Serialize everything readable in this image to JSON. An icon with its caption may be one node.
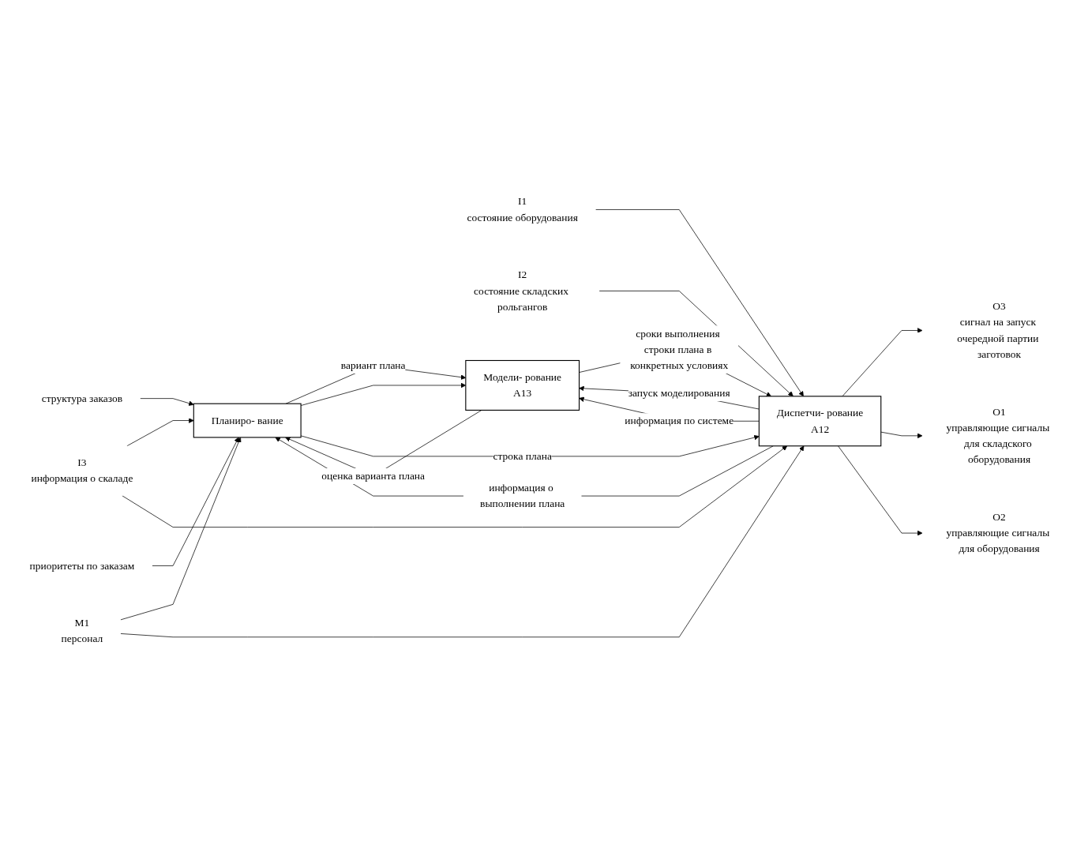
{
  "diagram": {
    "nodes": [
      {
        "text": [
          "структура заказов"
        ]
      },
      {
        "text": [
          "приоритеты по заказам"
        ]
      },
      {
        "text": [
          "O3",
          "сигнал на запуск очередной партии заготовок"
        ]
      },
      {
        "text": [
          "Планиро- вание"
        ]
      },
      {
        "text": [
          "O1",
          "управляющие сигналы для складского оборудования"
        ]
      },
      {
        "text": [
          "I1",
          "состояние оборудования"
        ]
      },
      {
        "text": [
          "Диспетчи- рование",
          "A12"
        ]
      },
      {
        "text": [
          "O2",
          "управляющие сигналы для оборудования"
        ]
      },
      {
        "text": [
          "I2",
          "состояние складских рольгангов"
        ]
      },
      {
        "text": [
          "I3",
          "информация о скаладе"
        ]
      },
      {
        "text": [
          "Модели- рование",
          "A13"
        ]
      },
      {
        "text": [
          "M1",
          "персонал"
        ]
      }
    ],
    "edges": [
      {
        "from": 0,
        "to": 3,
        "arrow": "to"
      },
      {
        "from": 1,
        "to": 3,
        "arrow": "to"
      },
      {
        "from": 6,
        "to": 2,
        "arrow": "to"
      },
      {
        "from": 3,
        "to": 10,
        "arrow": "to",
        "label": "вариант плана"
      },
      {
        "from": 3,
        "to": 10,
        "arrow": "to"
      },
      {
        "from": 6,
        "to": 4,
        "arrow": "to"
      },
      {
        "from": 3,
        "to": 6,
        "arrow": "to",
        "label": "строка плана"
      },
      {
        "from": 5,
        "to": 6,
        "arrow": "to"
      },
      {
        "from": 6,
        "to": 7,
        "arrow": "to"
      },
      {
        "from": 8,
        "to": 6,
        "arrow": "to"
      },
      {
        "from": 9,
        "to": 3,
        "arrow": "to"
      },
      {
        "from": 9,
        "to": 6,
        "arrow": "to"
      },
      {
        "from": 6,
        "to": 10,
        "arrow": "to",
        "label": "запуск моделирования"
      },
      {
        "from": 6,
        "to": 3,
        "arrow": "to",
        "label": "информация о выполнении плана"
      },
      {
        "from": 6,
        "to": 10,
        "arrow": "to",
        "label": "информация по системе"
      },
      {
        "from": 10,
        "to": 3,
        "arrow": "to",
        "label": "оценка варианта плана"
      },
      {
        "from": 10,
        "to": 6,
        "arrow": "to",
        "label": "сроки выполнения строки плана в конкретных условиях"
      },
      {
        "from": 11,
        "to": 3,
        "arrow": "to"
      },
      {
        "from": 11,
        "to": 6,
        "arrow": "to"
      }
    ]
  }
}
